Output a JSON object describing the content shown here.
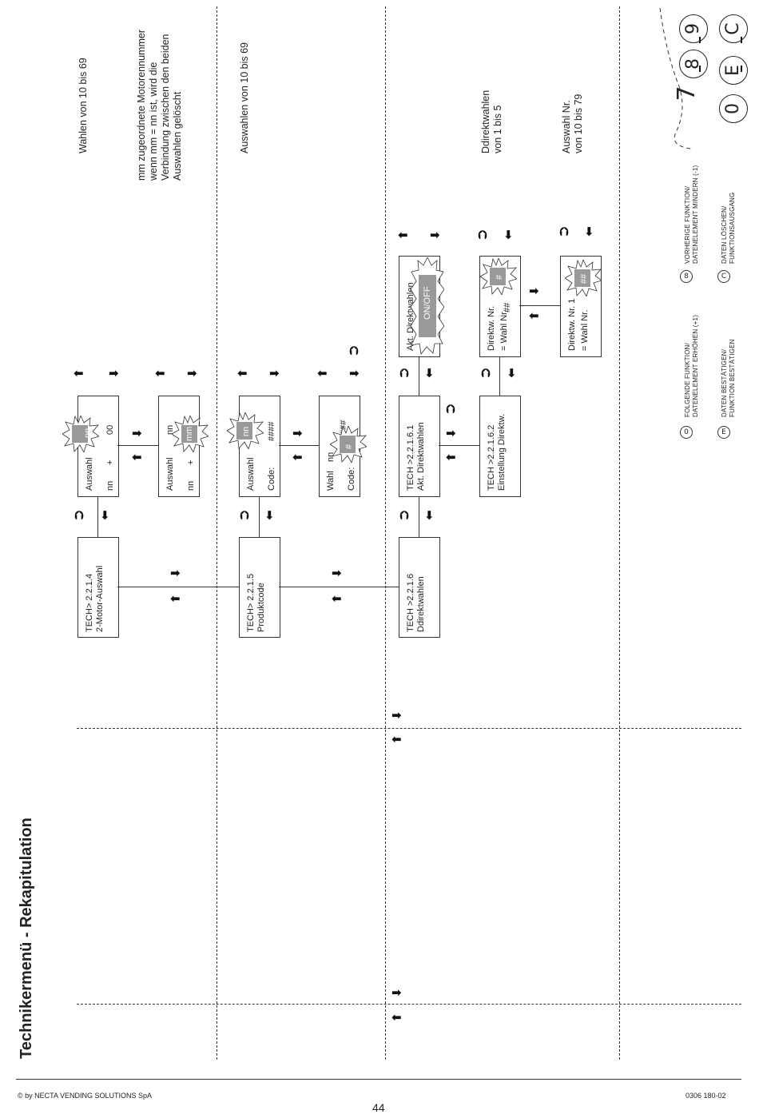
{
  "title": "Technikermenü - Rekapitulation",
  "menu_nodes": {
    "node_2214": {
      "line1": "TECH> 2.2.1.4",
      "line2": "2-Motor-Auswahl"
    },
    "node_2215": {
      "line1": "TECH> 2.2.1.5",
      "line2": "Produktcode"
    },
    "node_2216": {
      "line1": "TECH >2.2.1.6",
      "line2": "Ddirektwahlen"
    },
    "node_22161": {
      "line1": "TECH >2.2.1.6.1",
      "line2": "Akt. Direktwahlen"
    },
    "node_22162": {
      "line1": "TECH >2.2.1.6.2",
      "line2": "Einstellung Direktw."
    }
  },
  "screens": {
    "motor_a": {
      "line1": "Auswahl",
      "nn": "nn",
      "plus": "+",
      "blink": "nn",
      "mm": "00"
    },
    "motor_b": {
      "line1": "Auswahl",
      "nn": "nn",
      "plus": "+",
      "top": "nn",
      "blink": "mm"
    },
    "code_a": {
      "line1": "Auswahl",
      "code": "Code:",
      "blink": "nn",
      "hash": "####"
    },
    "code_b": {
      "line1": "Wahl",
      "nn": "nn",
      "code": "Code:",
      "blink": "#",
      "hash": "###"
    },
    "akt": {
      "line1": "Akt. Direktwahlen",
      "blink": "ON/OFF"
    },
    "dir_a": {
      "line1": "Direktw. Nr.",
      "line2": "= Wahl Nr.",
      "blink": "#",
      "hash": "##"
    },
    "dir_b": {
      "line1": "Direktw. Nr. 1",
      "line2": "= Wahl Nr.",
      "blink": "##"
    }
  },
  "notes": {
    "n1": [
      "Wahlen von 10 bis 69"
    ],
    "n2": [
      "mm zugeordnete Motorennummer",
      "wenn mm = nn ist, wird die",
      "Verbindung zwischen den beiden",
      "Auswahlen gelöscht"
    ],
    "n3": [
      "Auswahlen von 10 bis 69"
    ],
    "n4": [
      "Ddirektwahlen",
      "von 1 bis 5"
    ],
    "n5": [
      "Auswahl Nr.",
      "von 10 bis 79"
    ]
  },
  "legend": {
    "k0": {
      "key": "0",
      "line1": "FOLGENDE FUNKTION/",
      "line2": "DATENELEMENT ERHÖHEN (+1)"
    },
    "k8": {
      "key": "8",
      "line1": "VORHERIGE FUNKTION/",
      "line2": "DATENELEMENT MINDERN (-1)"
    },
    "kE": {
      "key": "E",
      "line1": "DATEN BESTÄTIGEN/",
      "line2": "FUNKTION BESTÄTIGEN"
    },
    "kC": {
      "key": "C",
      "line1": "DATEN LÖSCHEN/",
      "line2": "FUNKTIONSAUSGANG"
    }
  },
  "keypad": {
    "row1": [
      "7",
      "8",
      "9"
    ],
    "row2": [
      "0",
      "E",
      "C"
    ]
  },
  "footer": {
    "copyright": "© by NECTA VENDING SOLUTIONS SpA",
    "code": "0306 180-02",
    "page": "44"
  }
}
